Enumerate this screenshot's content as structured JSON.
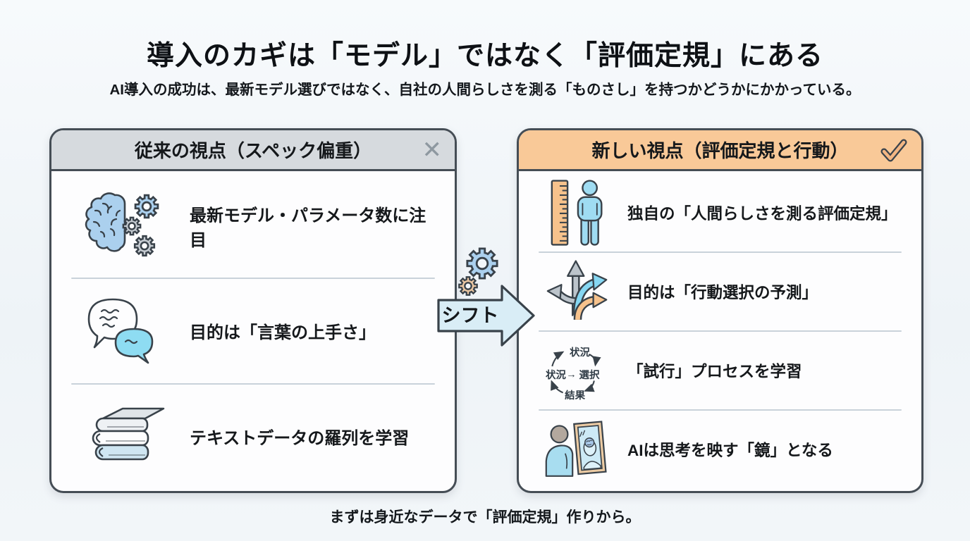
{
  "title": "導入のカギは「モデル」ではなく「評価定規」にある",
  "subtitle": "AI導入の成功は、最新モデル選びではなく、自社の人間らしさを測る「ものさし」を持つかどうかにかかっている。",
  "footer": "まずは身近なデータで「評価定規」作りから。",
  "shift": {
    "label": "シフト"
  },
  "left_panel": {
    "header": "従来の視点（スペック偏重）",
    "close_glyph": "✕",
    "items": [
      {
        "icon": "brain-gears-icon",
        "text": "最新モデル・パラメータ数に注目"
      },
      {
        "icon": "speech-bubbles-icon",
        "text": "目的は「言葉の上手さ」"
      },
      {
        "icon": "books-icon",
        "text": "テキストデータの羅列を学習"
      }
    ]
  },
  "right_panel": {
    "header": "新しい視点（評価定規と行動）",
    "check_icon": "check-icon",
    "items": [
      {
        "icon": "ruler-person-icon",
        "text": "独自の「人間らしさを測る評価定規」"
      },
      {
        "icon": "branch-arrows-icon",
        "text": "目的は「行動選択の予測」"
      },
      {
        "icon": "cycle-diagram-icon",
        "text": "「試行」プロセスを学習"
      },
      {
        "icon": "mirror-icon",
        "text": "AIは思考を映す「鏡」となる"
      }
    ]
  },
  "cycle": {
    "top": "状況",
    "left": "状況",
    "arrow": "→",
    "center": "選択",
    "bottom": "結果"
  },
  "colors": {
    "background": "#f2f6f9",
    "panel_border": "#454d55",
    "left_header_bg": "#d6dade",
    "right_header_bg": "#f9c998",
    "arrow_fill": "#d9edf6",
    "icon_blue": "#abd0ee",
    "icon_cyan": "#8edcf2",
    "icon_orange": "#f6c28c",
    "icon_gray": "#c2c9cf",
    "divider": "#c9d2da"
  }
}
